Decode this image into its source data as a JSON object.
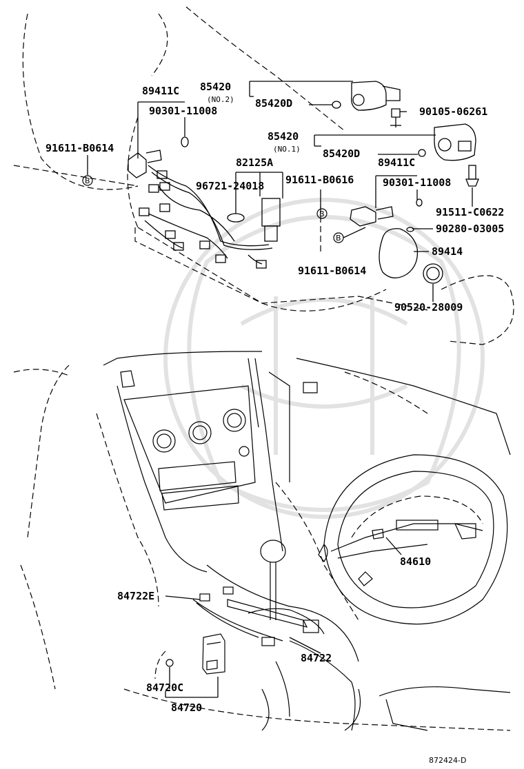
{
  "labels": {
    "p89411C_top": "89411C",
    "p85420_no2": "85420",
    "no2": "(NO.2)",
    "p85420D_top": "85420D",
    "p90301_top": "90301-11008",
    "p90105": "90105-06261",
    "p85420_no1": "85420",
    "no1": "(NO.1)",
    "p85420D_mid": "85420D",
    "p91611_left": "91611-B0614",
    "p89411C_mid": "89411C",
    "p82125A": "82125A",
    "p96721": "96721-24018",
    "p91611_mid": "91611-B0616",
    "p90301_mid": "90301-11008",
    "p91511": "91511-C0622",
    "p90280": "90280-03005",
    "p89414": "89414",
    "p91611_bottom": "91611-B0614",
    "p90520": "90520-28009",
    "p84610": "84610",
    "p84722E": "84722E",
    "p84722": "84722",
    "p84720C": "84720C",
    "p84720": "84720",
    "ref_code": "872424-D",
    "circle_b": "B"
  },
  "icons": [
    "bolt-icon",
    "clip-icon",
    "b-circle-icon",
    "wire-harness",
    "sensor",
    "steering-wheel",
    "shift-lever"
  ]
}
